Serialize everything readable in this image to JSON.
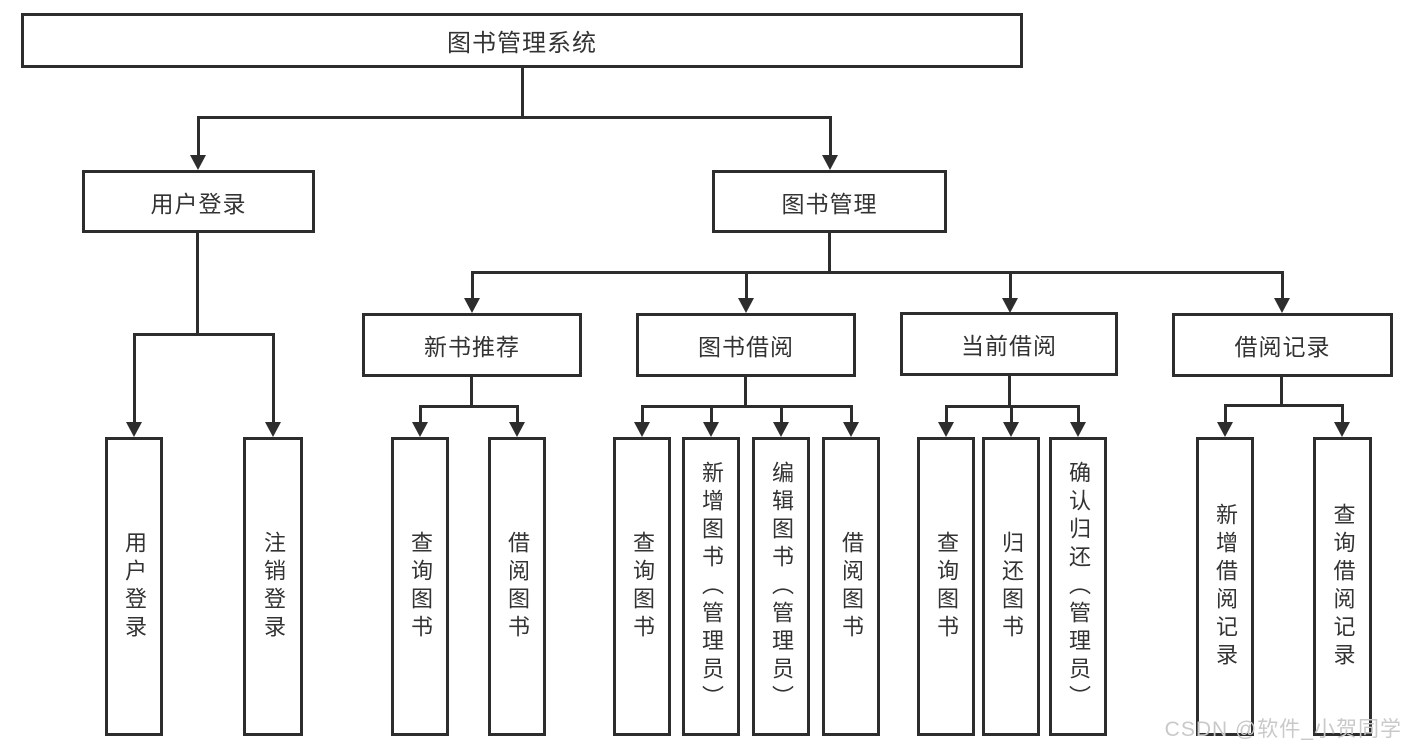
{
  "nodes": {
    "root": {
      "label": "图书管理系统"
    },
    "user_login": {
      "label": "用户登录"
    },
    "book_management": {
      "label": "图书管理"
    },
    "new_book_recommend": {
      "label": "新书推荐"
    },
    "book_borrowing": {
      "label": "图书借阅"
    },
    "current_borrowing": {
      "label": "当前借阅"
    },
    "borrowing_records": {
      "label": "借阅记录"
    },
    "leaf_user_login": {
      "label": "用户登录"
    },
    "leaf_logout": {
      "label": "注销登录"
    },
    "leaf_nb_query_books": {
      "label": "查询图书"
    },
    "leaf_nb_borrow_books": {
      "label": "借阅图书"
    },
    "leaf_bb_query_books": {
      "label": "查询图书"
    },
    "leaf_bb_add_books": {
      "label": "新增图书（管理员）"
    },
    "leaf_bb_edit_books": {
      "label": "编辑图书（管理员）"
    },
    "leaf_bb_borrow_books": {
      "label": "借阅图书"
    },
    "leaf_cb_query_books": {
      "label": "查询图书"
    },
    "leaf_cb_return_books": {
      "label": "归还图书"
    },
    "leaf_cb_confirm_return": {
      "label": "确认归还（管理员）"
    },
    "leaf_br_add_record": {
      "label": "新增借阅记录"
    },
    "leaf_br_query_record": {
      "label": "查询借阅记录"
    }
  },
  "hierarchy": {
    "图书管理系统": [
      "用户登录",
      "图书管理"
    ],
    "用户登录": [
      "用户登录",
      "注销登录"
    ],
    "图书管理": [
      "新书推荐",
      "图书借阅",
      "当前借阅",
      "借阅记录"
    ],
    "新书推荐": [
      "查询图书",
      "借阅图书"
    ],
    "图书借阅": [
      "查询图书",
      "新增图书（管理员）",
      "编辑图书（管理员）",
      "借阅图书"
    ],
    "当前借阅": [
      "查询图书",
      "归还图书",
      "确认归还（管理员）"
    ],
    "借阅记录": [
      "新增借阅记录",
      "查询借阅记录"
    ]
  },
  "watermark": {
    "text": "CSDN @软件_小贺同学"
  },
  "colors": {
    "line": "#2d2d2d",
    "text": "#333333",
    "canvas-bg": "#ffffff",
    "watermark": "#c9c9c9"
  }
}
